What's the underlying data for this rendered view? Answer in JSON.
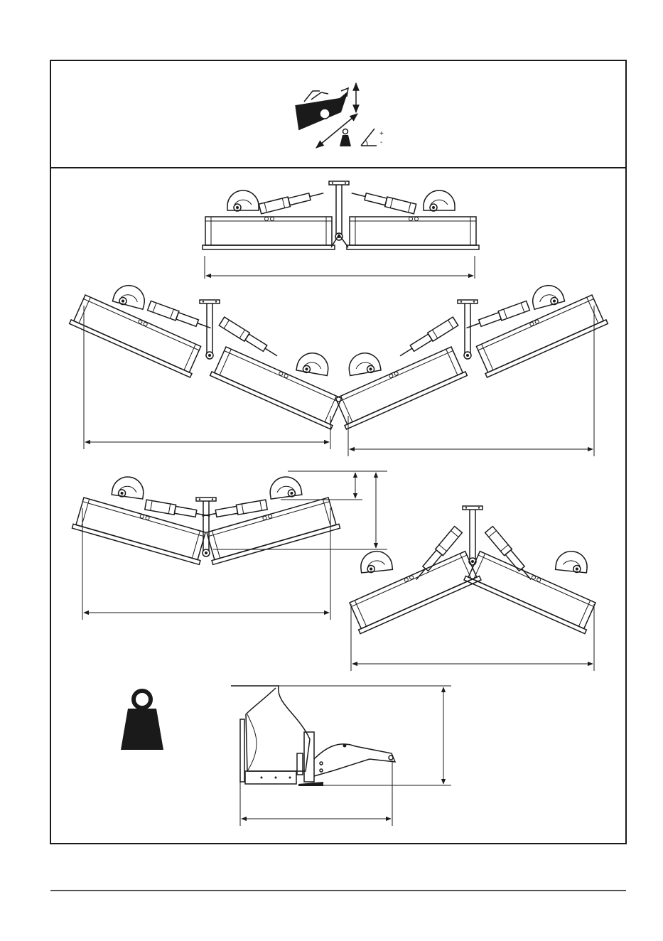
{
  "header": {
    "angle_plus": "+",
    "angle_minus": "-",
    "icons": [
      "snow-plow-icon",
      "weight-icon",
      "blade-angle-icon"
    ]
  },
  "figures": [
    {
      "name": "straight-blade-top-view"
    },
    {
      "name": "angled-left-top-view"
    },
    {
      "name": "angled-right-top-view"
    },
    {
      "name": "v-blade-top-view"
    },
    {
      "name": "scoop-blade-top-view"
    },
    {
      "name": "side-view"
    }
  ],
  "colors": {
    "line": "#1a1a1a",
    "background": "#ffffff"
  }
}
